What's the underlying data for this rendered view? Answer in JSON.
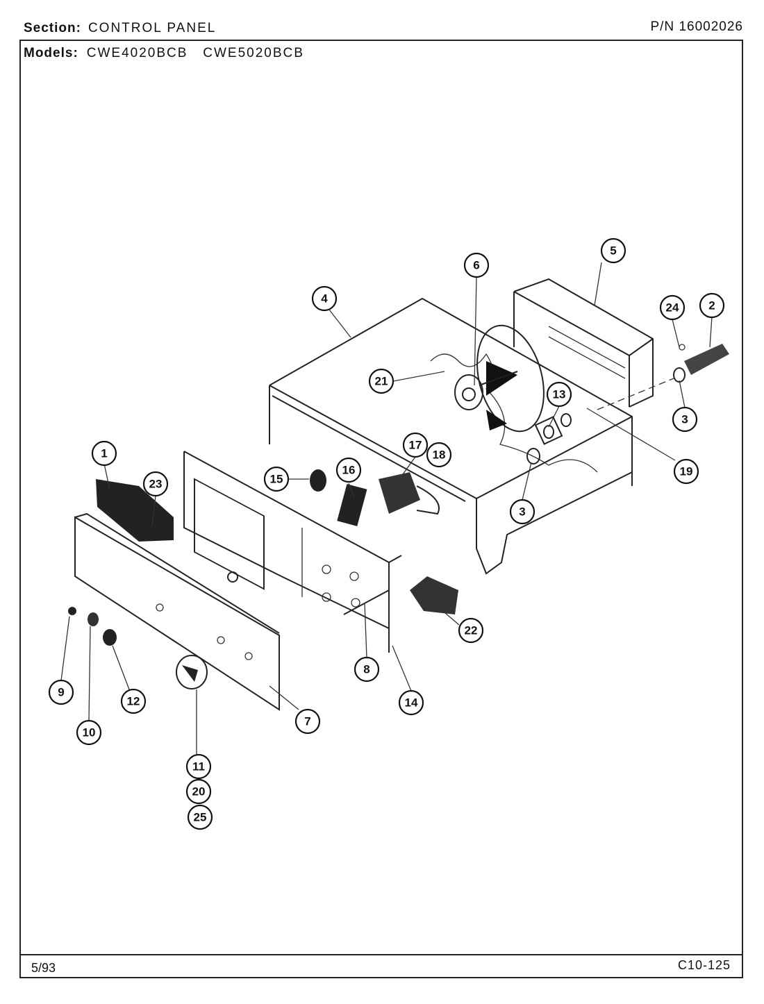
{
  "header": {
    "section_label": "Section:",
    "section_value": "CONTROL PANEL",
    "pn_label": "P/N",
    "pn_value": "16002026",
    "models_label": "Models:",
    "models_value": "CWE4020BCB   CWE5020BCB"
  },
  "footer": {
    "date": "5/93",
    "code": "C10-125"
  },
  "callouts": [
    "1",
    "2",
    "3",
    "3",
    "4",
    "5",
    "6",
    "7",
    "8",
    "9",
    "10",
    "11",
    "12",
    "13",
    "14",
    "15",
    "16",
    "17",
    "18",
    "19",
    "20",
    "21",
    "22",
    "23",
    "24",
    "25"
  ]
}
